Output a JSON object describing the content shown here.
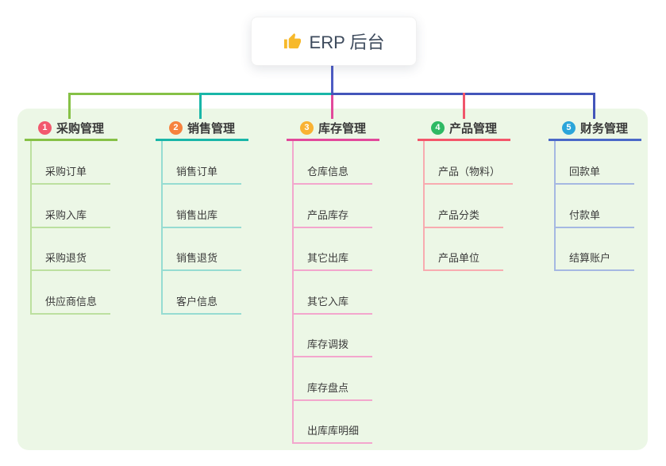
{
  "root": {
    "label": "ERP 后台",
    "icon": "thumbs-up-icon"
  },
  "canvas_bg": "#ecf7e6",
  "connectors": {
    "root_stem": "#4d5bc4",
    "left": "#86c146",
    "mid": "#19b6a8",
    "right": "#4355ba",
    "drop_1": "#86c146",
    "drop_2": "#19b6a8",
    "drop_3": "#e2499b",
    "drop_4": "#f0556b",
    "drop_5": "#4355ba"
  },
  "branches": [
    {
      "index": "1",
      "label": "采购管理",
      "badge_color": "#f2586e",
      "line_color": "#86c146",
      "child_line_color": "#bce09f",
      "children": [
        "采购订单",
        "采购入库",
        "采购退货",
        "供应商信息"
      ]
    },
    {
      "index": "2",
      "label": "销售管理",
      "badge_color": "#f6823e",
      "line_color": "#19b6a8",
      "child_line_color": "#96dcd2",
      "children": [
        "销售订单",
        "销售出库",
        "销售退货",
        "客户信息"
      ]
    },
    {
      "index": "3",
      "label": "库存管理",
      "badge_color": "#f9b233",
      "line_color": "#e2499b",
      "child_line_color": "#f3a6cd",
      "children": [
        "仓库信息",
        "产品库存",
        "其它出库",
        "其它入库",
        "库存调拨",
        "库存盘点",
        "出库库明细"
      ]
    },
    {
      "index": "4",
      "label": "产品管理",
      "badge_color": "#2eb964",
      "line_color": "#f4566a",
      "child_line_color": "#f8abb0",
      "children": [
        "产品（物料）",
        "产品分类",
        "产品单位"
      ]
    },
    {
      "index": "5",
      "label": "财务管理",
      "badge_color": "#2ba5da",
      "line_color": "#4a68c8",
      "child_line_color": "#a5b8e2",
      "children": [
        "回款单",
        "付款单",
        "结算账户"
      ]
    }
  ]
}
